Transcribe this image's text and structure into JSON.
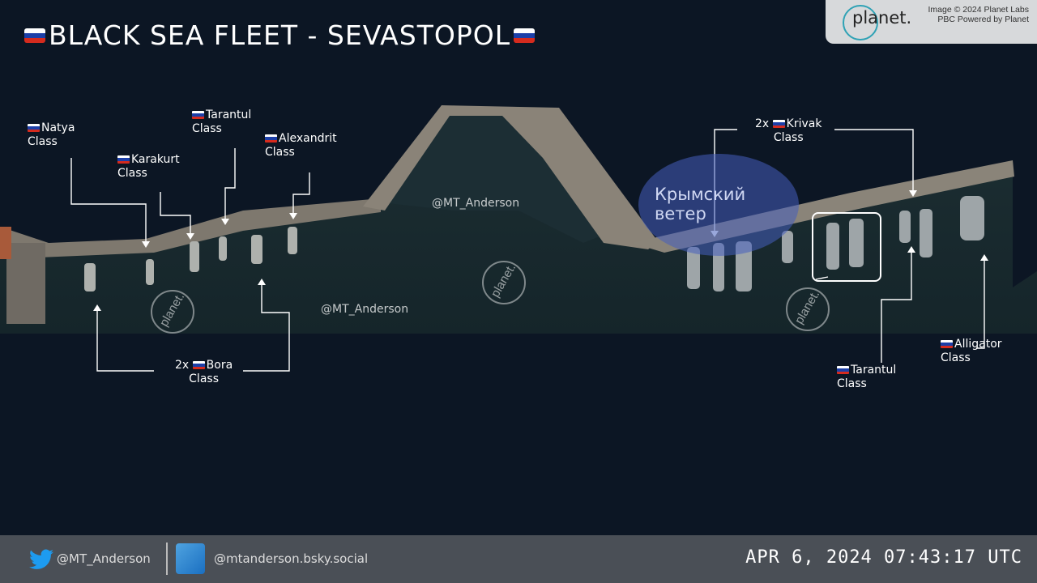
{
  "title": {
    "text": "BLACK SEA FLEET -  SEVASTOPOL",
    "flag_colors": [
      "#ffffff",
      "#1c3fa8",
      "#d52b1e"
    ]
  },
  "planet_credit": {
    "logo_text": "planet.",
    "credit_text": "Image © 2024 Planet Labs PBC Powered by Planet"
  },
  "watermarks": {
    "handle_1": "@MT_Anderson",
    "handle_2": "@MT_Anderson",
    "planet_wm_1": "planet.",
    "planet_wm_2": "planet.",
    "planet_wm_3": "planet.",
    "krym_line1": "Крымский",
    "krym_line2": "ветер"
  },
  "labels": {
    "natya": {
      "line1": "Natya",
      "line2": "Class"
    },
    "karakurt": {
      "line1": "Karakurt",
      "line2": "Class"
    },
    "tarantul_west": {
      "line1": "Tarantul",
      "line2": "Class"
    },
    "alexandrit": {
      "line1": "Alexandrit",
      "line2": "Class"
    },
    "bora": {
      "prefix": "2x",
      "line1": "Bora",
      "line2": "Class"
    },
    "krivak": {
      "prefix": "2x",
      "line1": "Krivak",
      "line2": "Class"
    },
    "tarantul_east": {
      "line1": "Tarantul",
      "line2": "Class"
    },
    "alligator": {
      "line1": "Alligator",
      "line2": "Class"
    }
  },
  "footer": {
    "twitter_handle": "@MT_Anderson",
    "bluesky_handle": "@mtanderson.bsky.social",
    "timestamp": "APR 6, 2024 07:43:17 UTC",
    "twitter_icon": "twitter-bird-icon",
    "bluesky_icon": "bluesky-icon"
  },
  "colors": {
    "background": "#0c1624",
    "water": "#17262a",
    "pier": "#7d766c",
    "footer": "#4a4f56"
  }
}
